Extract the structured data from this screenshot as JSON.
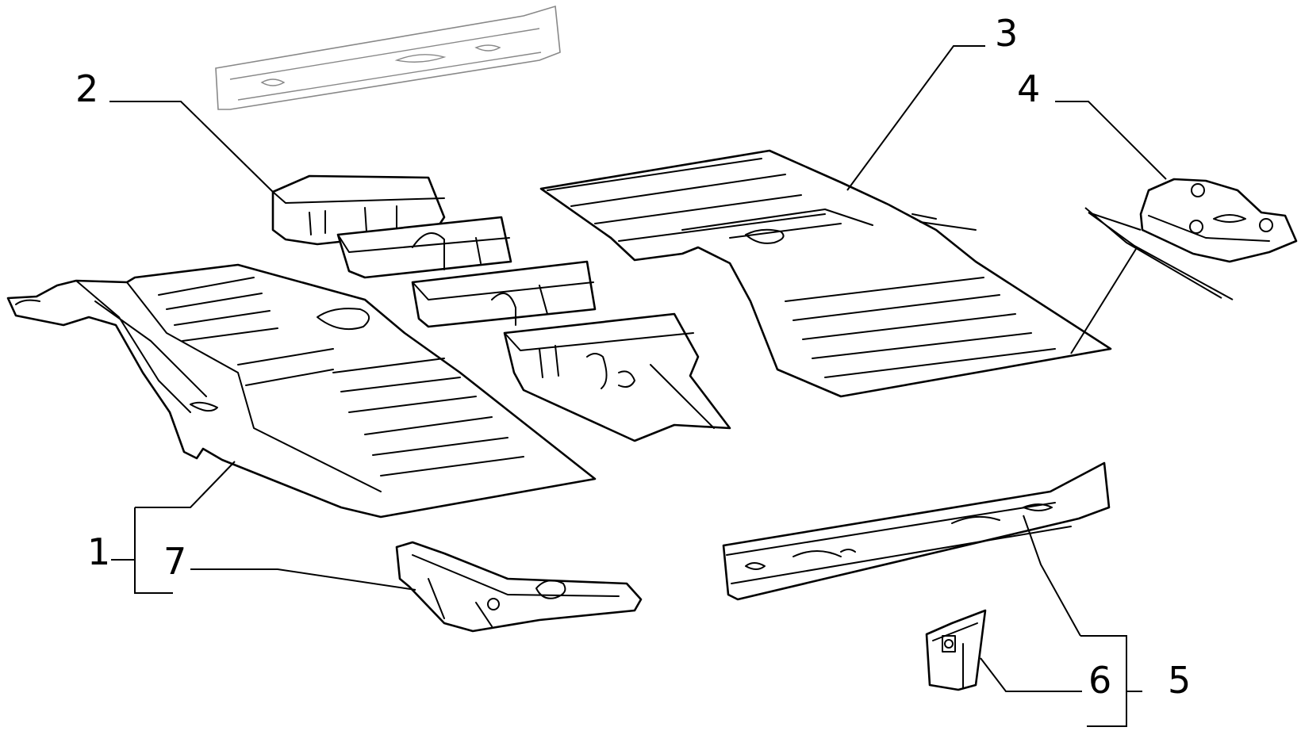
{
  "callouts": [
    {
      "id": "1",
      "label": "1"
    },
    {
      "id": "2",
      "label": "2"
    },
    {
      "id": "3",
      "label": "3"
    },
    {
      "id": "4",
      "label": "4"
    },
    {
      "id": "5",
      "label": "5"
    },
    {
      "id": "6",
      "label": "6"
    },
    {
      "id": "7",
      "label": "7"
    }
  ]
}
